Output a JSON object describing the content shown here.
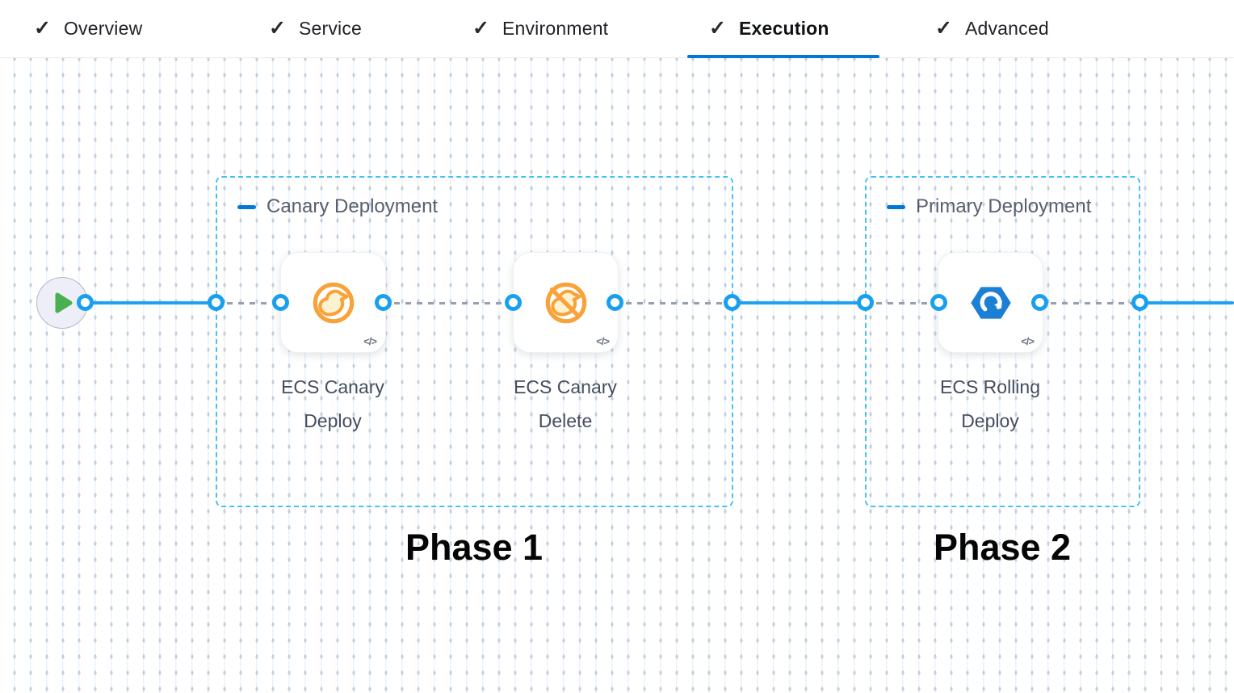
{
  "tabs": {
    "check_icon": "✓",
    "items": [
      {
        "label": "Overview"
      },
      {
        "label": "Service"
      },
      {
        "label": "Environment"
      },
      {
        "label": "Execution"
      },
      {
        "label": "Advanced"
      }
    ],
    "active_tab": "Execution"
  },
  "pipeline": {
    "groups": [
      {
        "title": "Canary Deployment",
        "phase": "Phase 1",
        "steps": [
          {
            "name": "ECS Canary Deploy",
            "icon": "canary-bird-icon"
          },
          {
            "name": "ECS Canary Delete",
            "icon": "canary-bird-slash-icon"
          }
        ]
      },
      {
        "title": "Primary Deployment",
        "phase": "Phase 2",
        "steps": [
          {
            "name": "ECS Rolling Deploy",
            "icon": "ecs-hexagon-rolling-icon"
          }
        ]
      }
    ],
    "code_badge": "</>",
    "start_node_icon": "play-icon"
  },
  "colors": {
    "accent_blue": "#0278d5",
    "flow_blue": "#1ca2f1",
    "group_dash_blue": "#47c1f5",
    "canary_orange": "#f9a238",
    "rolling_blue": "#1b7fd4",
    "play_green": "#4aaf4f",
    "dash_gray": "#98a0ad"
  }
}
